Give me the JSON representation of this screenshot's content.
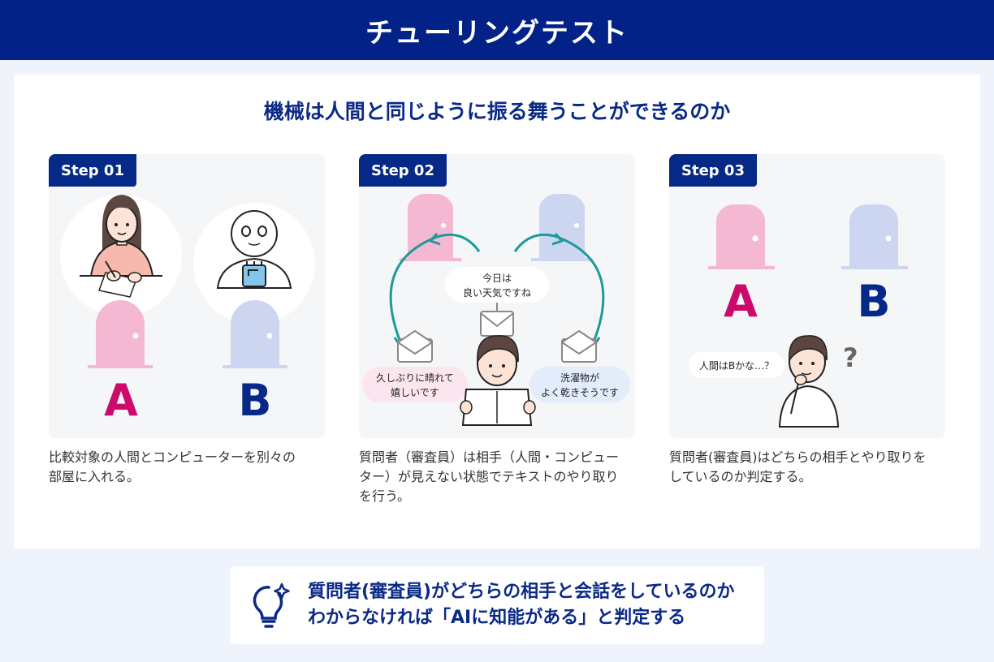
{
  "header": {
    "title": "チューリングテスト"
  },
  "subtitle": "機械は人間と同じように振る舞うことができるのか",
  "steps": [
    {
      "tab": "Step 01",
      "door_a": "A",
      "door_b": "B",
      "caption_line1": "比較対象の人間とコンピューターを別々の",
      "caption_line2": "部屋に入れる。"
    },
    {
      "tab": "Step 02",
      "bubble_top_line1": "今日は",
      "bubble_top_line2": "良い天気ですね",
      "bubble_left_line1": "久しぶりに晴れて",
      "bubble_left_line2": "嬉しいです",
      "bubble_right_line1": "洗濯物が",
      "bubble_right_line2": "よく乾きそうです",
      "caption_line1": "質問者（審査員）は相手（人間・コンピュー",
      "caption_line2": "ター）が見えない状態でテキストのやり取り",
      "caption_line3": "を行う。"
    },
    {
      "tab": "Step 03",
      "door_a": "A",
      "door_b": "B",
      "thought": "人間はBかな…？",
      "caption_line1": "質問者(審査員)はどちらの相手とやり取りを",
      "caption_line2": "しているのか判定する。"
    }
  ],
  "conclusion": {
    "line1": "質問者(審査員)がどちらの相手と会話をしているのか",
    "line2": "わからなければ「AIに知能がある」と判定する"
  },
  "colors": {
    "navy": "#062886",
    "door_pink": "#f5b8d2",
    "door_blue": "#cdd6f1",
    "letter_pink": "#cc0a6b",
    "letter_blue": "#062886",
    "arrow_teal": "#1a9a9a",
    "skin": "#fde3d6",
    "hair": "#5b4640",
    "light_bg": "#eef3fc"
  },
  "icons": [
    "woman-writing-icon",
    "robot-icon",
    "door-icon",
    "man-reading-icon",
    "envelope-icon",
    "man-thinking-icon",
    "question-mark-icon",
    "lightbulb-icon"
  ]
}
